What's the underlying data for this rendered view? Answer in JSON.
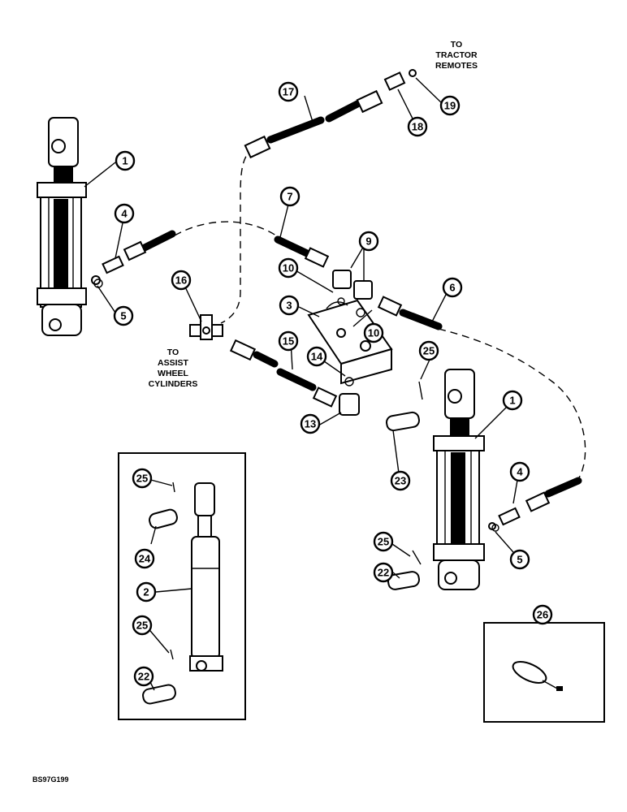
{
  "callouts": {
    "c1a": "1",
    "c1b": "1",
    "c2": "2",
    "c3": "3",
    "c4a": "4",
    "c4b": "4",
    "c5a": "5",
    "c5b": "5",
    "c6": "6",
    "c7": "7",
    "c9": "9",
    "c10a": "10",
    "c10b": "10",
    "c13": "13",
    "c14": "14",
    "c15": "15",
    "c16": "16",
    "c17": "17",
    "c18": "18",
    "c19": "19",
    "c22a": "22",
    "c22b": "22",
    "c23": "23",
    "c24": "24",
    "c25a": "25",
    "c25b": "25",
    "c25c": "25",
    "c25d": "25",
    "c26": "26"
  },
  "notes": {
    "tractor": [
      "TO",
      "TRACTOR",
      "REMOTES"
    ],
    "assist": [
      "TO",
      "ASSIST",
      "WHEEL",
      "CYLINDERS"
    ]
  },
  "figure_code": "BS97G199"
}
